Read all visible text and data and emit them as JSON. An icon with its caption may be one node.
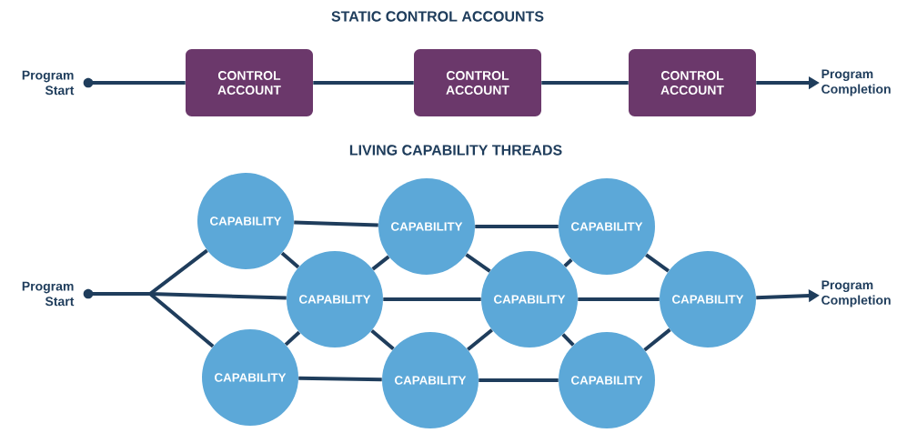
{
  "diagram": {
    "nodes": [
      {
        "text": [],
        "shape": "circle",
        "beside": [
          "Program Start"
        ]
      },
      {
        "text": [
          "CONTROL ACCOUNT"
        ]
      },
      {
        "text": [
          "CONTROL ACCOUNT"
        ]
      },
      {
        "text": [
          "CONTROL ACCOUNT"
        ]
      },
      {
        "text": [
          "Program Completion"
        ]
      },
      {
        "text": [],
        "shape": "circle",
        "beside": [
          "Program Start"
        ]
      },
      {
        "text": [
          "CAPABILITY"
        ]
      },
      {
        "text": [
          "CAPABILITY"
        ]
      },
      {
        "text": [
          "CAPABILITY"
        ]
      },
      {
        "text": [
          "CAPABILITY"
        ]
      },
      {
        "text": [
          "CAPABILITY"
        ]
      },
      {
        "text": [
          "CAPABILITY"
        ]
      },
      {
        "text": [
          "CAPABILITY"
        ]
      },
      {
        "text": [
          "CAPABILITY"
        ]
      },
      {
        "text": [
          "CAPABILITY"
        ]
      },
      {
        "text": [
          "Program Completion"
        ]
      }
    ],
    "edges": [
      {
        "from": 0,
        "to": 1,
        "arrow": "none"
      },
      {
        "from": 1,
        "to": 2,
        "arrow": "none"
      },
      {
        "from": 2,
        "to": 3,
        "arrow": "none"
      },
      {
        "from": 3,
        "to": 4,
        "arrow": "to"
      },
      {
        "from": 5,
        "to": 6,
        "arrow": "none"
      },
      {
        "from": 5,
        "to": 7,
        "arrow": "none"
      },
      {
        "from": 5,
        "to": 8,
        "arrow": "none"
      },
      {
        "from": 6,
        "to": 9,
        "arrow": "none"
      },
      {
        "from": 6,
        "to": 7,
        "arrow": "none"
      },
      {
        "from": 8,
        "to": 7,
        "arrow": "none"
      },
      {
        "from": 8,
        "to": 11,
        "arrow": "none"
      },
      {
        "from": 7,
        "to": 9,
        "arrow": "none"
      },
      {
        "from": 7,
        "to": 10,
        "arrow": "none"
      },
      {
        "from": 7,
        "to": 11,
        "arrow": "none"
      },
      {
        "from": 9,
        "to": 12,
        "arrow": "none"
      },
      {
        "from": 9,
        "to": 10,
        "arrow": "none"
      },
      {
        "from": 11,
        "to": 10,
        "arrow": "none"
      },
      {
        "from": 11,
        "to": 14,
        "arrow": "none"
      },
      {
        "from": 10,
        "to": 12,
        "arrow": "none"
      },
      {
        "from": 10,
        "to": 13,
        "arrow": "none"
      },
      {
        "from": 10,
        "to": 14,
        "arrow": "none"
      },
      {
        "from": 12,
        "to": 13,
        "arrow": "none"
      },
      {
        "from": 14,
        "to": 13,
        "arrow": "none"
      },
      {
        "from": 13,
        "to": 15,
        "arrow": "to"
      }
    ],
    "labels": [
      "STATIC CONTROL ACCOUNTS",
      "LIVING CAPABILITY THREADS"
    ]
  }
}
